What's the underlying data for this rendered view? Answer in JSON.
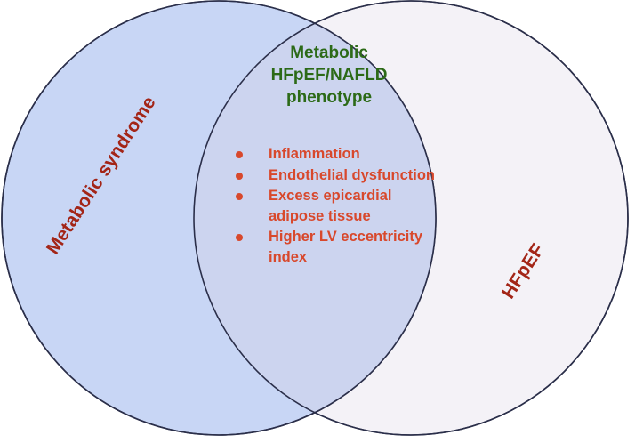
{
  "figure": {
    "type": "venn-diagram",
    "background_color": "#ffffff",
    "stroke_color": "#2b2f4a"
  },
  "sets": {
    "left": {
      "label": "Metabolic syndrome",
      "fill_color": "#c8d6f5",
      "label_color": "#a32517"
    },
    "right": {
      "label": "HFpEF",
      "fill_color": "#f4f2f7",
      "label_color": "#a32517"
    },
    "intersection": {
      "fill_color": "#ccd4ef"
    }
  },
  "center": {
    "title_color": "#2c6a17",
    "title_lines": [
      "Metabolic",
      "HFpEF/NAFLD",
      "phenotype"
    ],
    "bullet_color": "#d8482c",
    "bullets": [
      "Inflammation",
      "Endothelial dysfunction",
      "Excess epicardial adipose tissue",
      "Higher LV eccentricity index"
    ]
  }
}
